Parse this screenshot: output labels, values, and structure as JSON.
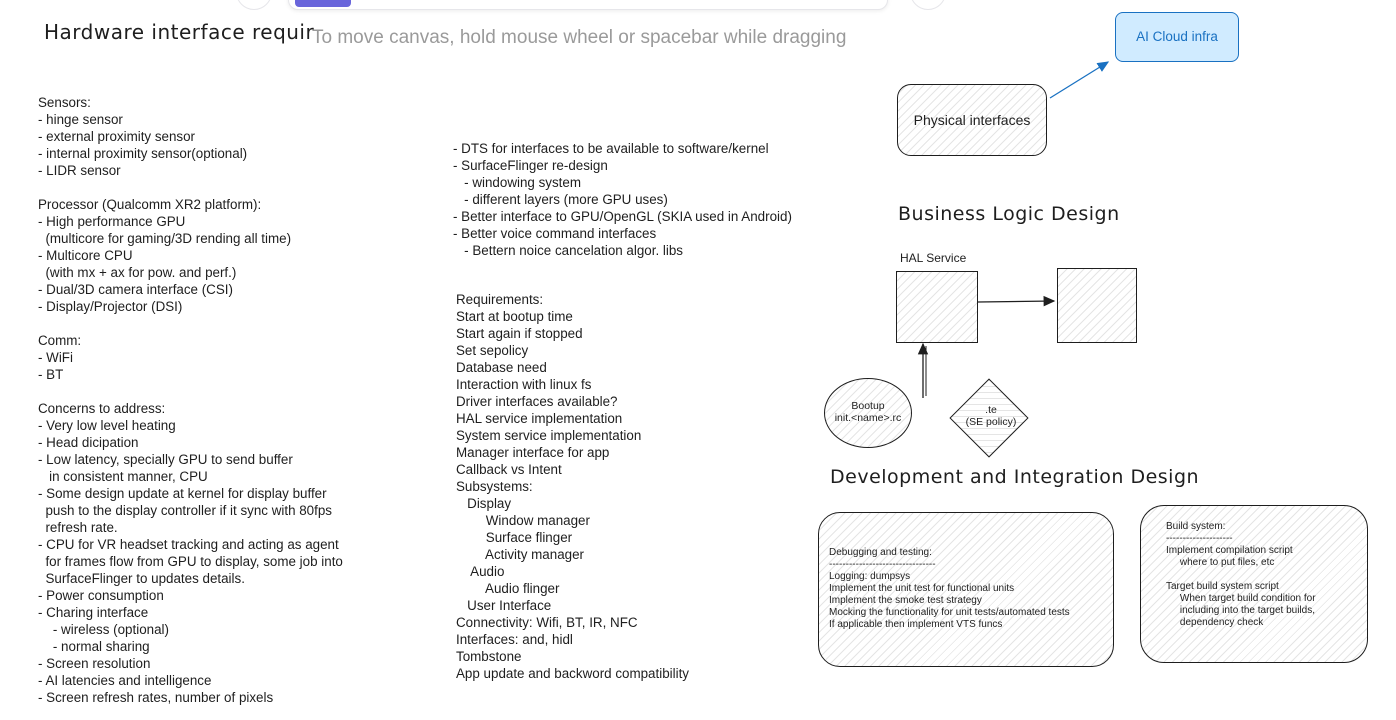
{
  "canvas": {
    "title": "Hardware interface requir",
    "hint": "To move canvas, hold mouse wheel or spacebar while dragging"
  },
  "left_column": [
    "Sensors:",
    "- hinge sensor",
    "- external proximity sensor",
    "- internal proximity sensor(optional)",
    "- LIDR sensor",
    "",
    "Processor (Qualcomm XR2 platform):",
    "- High performance GPU",
    "  (multicore for gaming/3D rending all time)",
    "- Multicore CPU",
    "  (with mx + ax for pow. and perf.)",
    "- Dual/3D camera interface (CSI)",
    "- Display/Projector (DSI)",
    "",
    "Comm:",
    "- WiFi",
    "- BT",
    "",
    "Concerns to address:",
    "- Very low level heating",
    "- Head dicipation",
    "- Low latency, specially GPU to send buffer",
    "   in consistent manner, CPU",
    "- Some design update at kernel for display buffer",
    "  push to the display controller if it sync with 80fps",
    "  refresh rate.",
    "- CPU for VR headset tracking and acting as agent",
    "  for frames flow from GPU to display, some job into",
    "  SurfaceFlinger to updates details.",
    "- Power consumption",
    "- Charing interface",
    "    - wireless (optional)",
    "    - normal sharing",
    "- Screen resolution",
    "- AI latencies and intelligence",
    "- Screen refresh rates, number of pixels"
  ],
  "middle_top": [
    "- DTS for interfaces to be available to software/kernel",
    "- SurfaceFlinger re-design",
    "   - windowing system",
    "   - different layers (more GPU uses)",
    "- Better interface to GPU/OpenGL (SKIA used in Android)",
    "- Better voice command interfaces",
    "   - Bettern noice cancelation algor. libs"
  ],
  "middle_requirements": [
    "Requirements:",
    "Start at bootup time",
    "Start again if stopped",
    "Set sepolicy",
    "Database need",
    "Interaction with linux fs",
    "Driver interfaces available?",
    "HAL service implementation",
    "System service implementation",
    "Manager interface for app",
    "Callback vs Intent",
    "Subsystems:",
    "   Display",
    "        Window manager",
    "        Surface flinger",
    "        Activity manager",
    "    Audio",
    "        Audio flinger",
    "   User Interface",
    "Connectivity: Wifi, BT, IR, NFC",
    "Interfaces: and, hidl",
    "Tombstone",
    "App update and backword compatibility"
  ],
  "diagram": {
    "ai_cloud": "AI Cloud infra",
    "physical": "Physical interfaces",
    "business_heading": "Business Logic Design",
    "hal_service": "HAL Service",
    "bootup": "Bootup\ninit.<name>.rc",
    "te_policy": ".te\n(SE policy)",
    "dev_heading": "Development and Integration Design",
    "debug_box": "Debugging and testing:\n--------------------------------\nLogging: dumpsys\nImplement the unit test for functional units\nImplement the smoke test strategy\nMocking the functionality for unit tests/automated tests\nIf applicable then implement VTS funcs",
    "build_box": "Build system:\n--------------------\nImplement compilation script\n     where to put files, etc\n\nTarget build system script\n     When target build condition for\n     including into the target builds,\n     dependency check",
    "colors": {
      "ai_cloud_stroke": "#1971c2",
      "ai_cloud_fill": "#d0ebff",
      "arrow": "#1971c2"
    }
  }
}
